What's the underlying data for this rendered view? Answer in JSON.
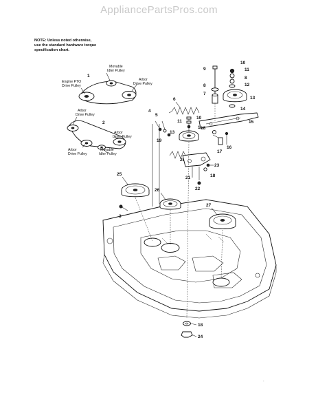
{
  "watermark": "AppliancePartsPros.com",
  "note": {
    "line1": "NOTE: Unless noted otherwise,",
    "line2": "use the standard hardware torque",
    "line3": "specification chart."
  },
  "captions": {
    "top_movable_1": "Movable",
    "top_movable_2": "Idler Pulley",
    "top_engine_1": "Engine PTO",
    "top_engine_2": "Drive Pulley",
    "top_arbor_1": "Arbor",
    "top_arbor_2": "Drive Pulley",
    "low_arbor_left_1": "Arbor",
    "low_arbor_left_2": "Drive Pulley",
    "low_arbor_right_1": "Arbor",
    "low_arbor_right_2": "Drive Pulley",
    "low_arbor_bottom_1": "Arbor",
    "low_arbor_bottom_2": "Drive Pulley",
    "low_movable_1": "Movable",
    "low_movable_2": "Idler Pulley"
  },
  "callouts": {
    "c1": "1",
    "c2": "2",
    "c3": "3",
    "c4": "4",
    "c5": "5",
    "c6": "6",
    "c7": "7",
    "c8": "8",
    "c8b": "8",
    "c9": "9",
    "c10": "10",
    "c10b": "10",
    "c11": "11",
    "c11b": "11",
    "c12": "12",
    "c13": "13",
    "c13b": "13",
    "c14": "14",
    "c15": "15",
    "c16": "16",
    "c16b": "16",
    "c17": "17",
    "c18": "18",
    "c18b": "18",
    "c19": "19",
    "c20": "20",
    "c21": "21",
    "c22": "22",
    "c23": "23",
    "c24": "24",
    "c25": "25",
    "c26": "26",
    "c27": "27"
  }
}
